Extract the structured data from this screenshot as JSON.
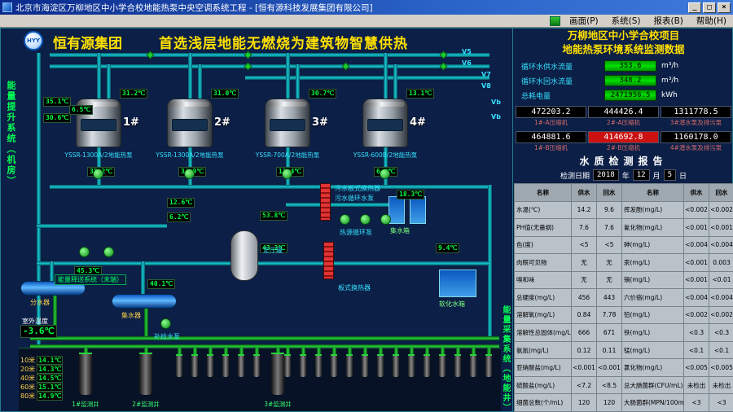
{
  "window": {
    "title": "北京市海淀区万柳地区中小学合校地能热泵中央空调系统工程 - [恒有源科技发展集团有限公司]",
    "controls": {
      "minimize": "_",
      "maximize": "□",
      "close": "×"
    }
  },
  "menu": {
    "items": [
      "画面(P)",
      "系统(S)",
      "报表(B)",
      "帮助(H)"
    ]
  },
  "banner": {
    "logo_text": "HYY",
    "company": "恒有源集团",
    "slogan": "首选浅层地能无燃烧为建筑物智慧供热"
  },
  "side_labels": {
    "left": "能量提升系统（机房）",
    "right": "能量采集系统（地能井）"
  },
  "monitor": {
    "title_line1": "万柳地区中小学合校项目",
    "title_line2": "地能热泵环境系统监测数据",
    "flows": [
      {
        "label": "循环水供水流量",
        "value": "353.6",
        "unit": "m³/h"
      },
      {
        "label": "循环水回水流量",
        "value": "348.2",
        "unit": "m³/h"
      },
      {
        "label": "总耗电量",
        "value": "2471956.5",
        "unit": "kWh"
      }
    ],
    "counter_rows": [
      {
        "counters": [
          {
            "value": "472203.2",
            "alarm": false
          },
          {
            "value": "444426.4",
            "alarm": false
          },
          {
            "value": "1311778.5",
            "alarm": false
          }
        ],
        "labels": [
          "1#-A压缩机",
          "2#-A压缩机",
          "3#潜水泵及排污泵"
        ]
      },
      {
        "counters": [
          {
            "value": "464881.6",
            "alarm": false
          },
          {
            "value": "414692.8",
            "alarm": true
          },
          {
            "value": "1160178.0",
            "alarm": false
          }
        ],
        "labels": [
          "1#-B压缩机",
          "2#-B压缩机",
          "4#潜水泵及排污泵"
        ]
      }
    ]
  },
  "report": {
    "title": "水质检测报告",
    "date_label": "检测日期",
    "date": {
      "year": "2018",
      "month": "12",
      "day": "5"
    },
    "date_units": {
      "year": "年",
      "month": "月",
      "day": "日"
    },
    "headers": [
      "名称",
      "供水",
      "回水",
      "名称",
      "供水",
      "回水"
    ],
    "rows": [
      [
        "水温(℃)",
        "14.2",
        "9.6",
        "挥发酚(mg/L)",
        "<0.002",
        "<0.002"
      ],
      [
        "PH值(无量纲)",
        "7.6",
        "7.6",
        "氰化物(mg/L)",
        "<0.001",
        "<0.001"
      ],
      [
        "色(度)",
        "<5",
        "<5",
        "砷(mg/L)",
        "<0.004",
        "<0.004"
      ],
      [
        "肉眼可见物",
        "无",
        "无",
        "汞(mg/L)",
        "<0.001",
        "0.003"
      ],
      [
        "嗅和味",
        "无",
        "无",
        "镉(mg/L)",
        "<0.001",
        "<0.01"
      ],
      [
        "总硬度(mg/L)",
        "456",
        "443",
        "六价铬(mg/L)",
        "<0.004",
        "<0.004"
      ],
      [
        "溶解氧(mg/L)",
        "0.84",
        "7.78",
        "铅(mg/L)",
        "<0.002",
        "<0.002"
      ],
      [
        "溶解性总固体(mg/L)",
        "666",
        "671",
        "铁(mg/L)",
        "<0.3",
        "<0.3"
      ],
      [
        "氨氮(mg/L)",
        "0.12",
        "0.11",
        "锰(mg/L)",
        "<0.1",
        "<0.1"
      ],
      [
        "亚硝酸盐(mg/L)",
        "<0.001",
        "<0.001",
        "氯化物(mg/L)",
        "<0.005",
        "<0.005"
      ],
      [
        "硫酸盐(mg/L)",
        "<7.2",
        "<8.5",
        "总大肠菌群(CFU/mL)",
        "未检出",
        "未检出"
      ],
      [
        "细菌总数(个/mL)",
        "120",
        "120",
        "大肠菌群(MPN/100mL)",
        "<3",
        "<3"
      ]
    ]
  },
  "units": [
    {
      "id": "1#",
      "model": "YSSR-1300A/2地能热泵"
    },
    {
      "id": "2#",
      "model": "YSSR-1300A/2地能热泵"
    },
    {
      "id": "3#",
      "model": "YSSR-700A/2地能热泵"
    },
    {
      "id": "4#",
      "model": "YSSR-600B/2地能热泵"
    }
  ],
  "valve_labels": [
    "V5",
    "V6",
    "V7",
    "V8",
    "Vb",
    "Vb"
  ],
  "gauges": [
    "35.1℃",
    "30.6℃",
    "6.5℃",
    "31.2℃",
    "31.0℃",
    "30.7℃",
    "13.1℃",
    "35.2℃",
    "34.9℃",
    "13.4℃",
    "6.5℃",
    "53.8℃",
    "43.2℃",
    "12.6℃",
    "6.2℃",
    "18.3℃",
    "9.4℃",
    "45.3℃",
    "40.1℃"
  ],
  "diagram_labels": [
    "污水板式换热器",
    "污水循环水泵",
    "热源循环泵",
    "板式换热器",
    "定压罐",
    "分水器",
    "集水器",
    "软化水箱",
    "集水箱",
    "补给水泵",
    "能量释送系统（末端）"
  ],
  "outdoor": {
    "label": "室外温度",
    "value": "-3.6℃"
  },
  "depth_scale": [
    {
      "depth": "10米",
      "temp": "14.1℃"
    },
    {
      "depth": "20米",
      "temp": "14.3℃"
    },
    {
      "depth": "40米",
      "temp": "14.5℃"
    },
    {
      "depth": "60米",
      "temp": "15.1℃"
    },
    {
      "depth": "80米",
      "temp": "14.9℃"
    }
  ],
  "wells": {
    "monitor_labels": [
      "1#监测井",
      "2#监测井",
      "3#监测井"
    ]
  }
}
